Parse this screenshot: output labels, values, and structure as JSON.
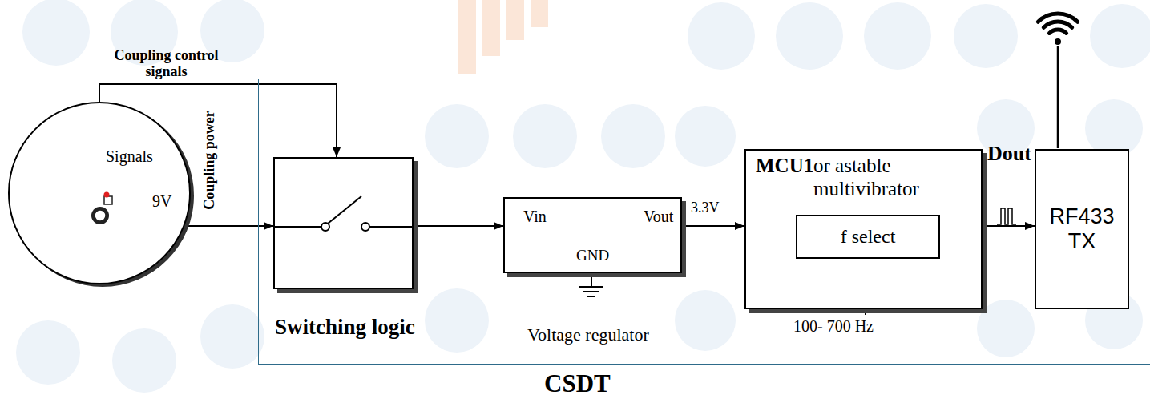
{
  "diagram": {
    "nodes": [
      {
        "text": [
          "Signals",
          "9V"
        ]
      },
      {
        "text": [
          "CSDT"
        ]
      },
      {
        "text": [
          "Switching logic"
        ],
        "in": 1
      },
      {
        "text": [
          "Vin",
          "GND",
          "Vout",
          "Voltage regulator"
        ],
        "in": 1
      },
      {
        "text": [
          "MCU1",
          "or astable multivibrator"
        ],
        "in": 1
      },
      {
        "text": [
          "f select"
        ],
        "in": 4
      },
      {
        "text": [
          "RF433 TX"
        ],
        "in": 1
      }
    ],
    "edges": [
      {
        "from": 0,
        "to": 2,
        "label": "Coupling control signals",
        "arrow": "to"
      },
      {
        "from": 0,
        "to": 2,
        "label": "Coupling power",
        "arrow": "to"
      },
      {
        "from": 2,
        "to": 3,
        "arrow": "to"
      },
      {
        "from": 3,
        "to": 4,
        "label": "3.3V",
        "arrow": "to"
      },
      {
        "from": 4,
        "to": 6,
        "label": "Dout",
        "arrow": "to"
      }
    ],
    "labels": [
      "100- 700 Hz"
    ]
  }
}
